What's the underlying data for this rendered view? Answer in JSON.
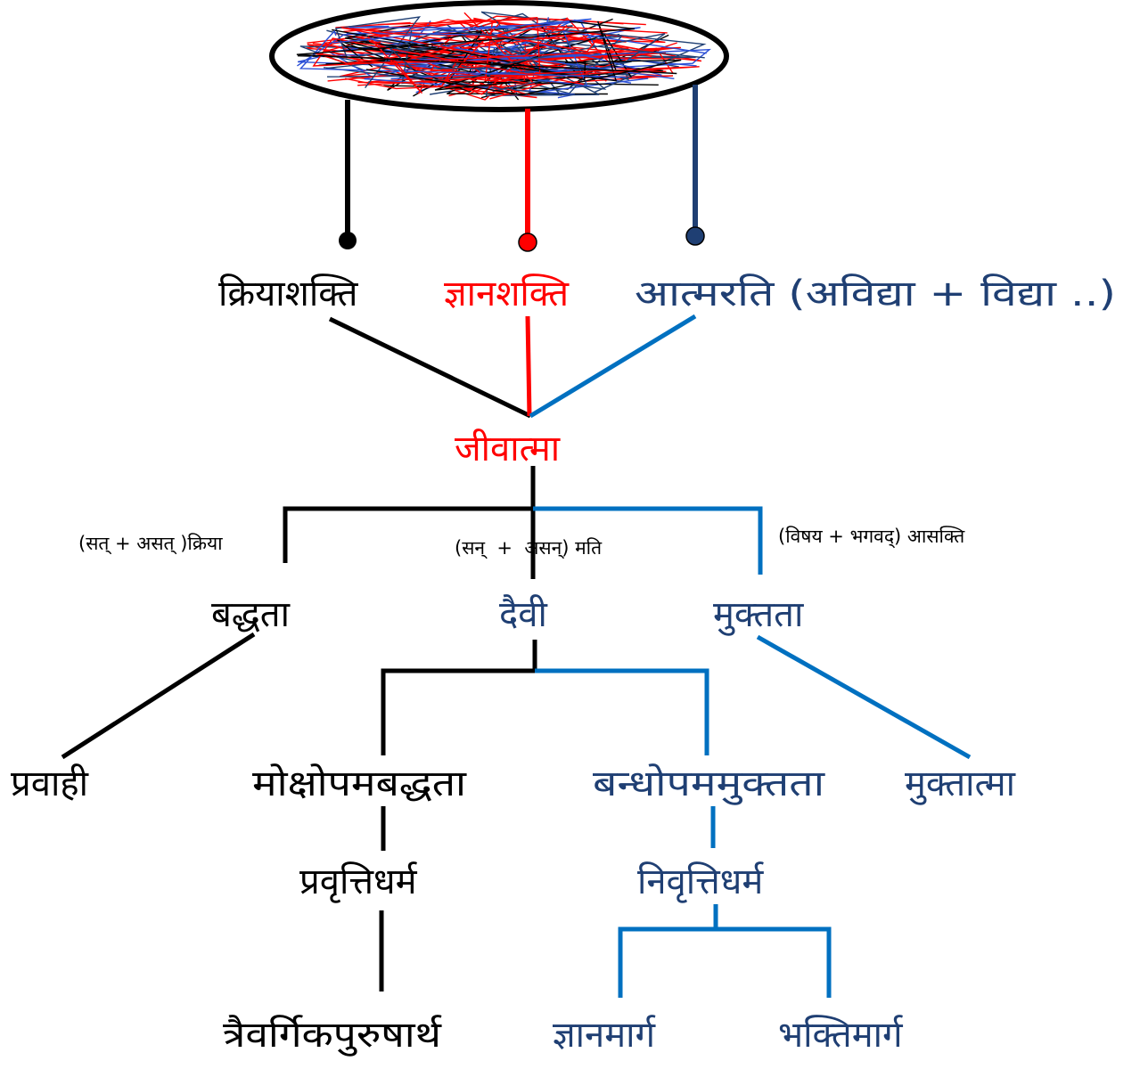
{
  "colors": {
    "black": "#000000",
    "red": "#ff0000",
    "navy": "#1f3f73",
    "blue": "#0070c0"
  },
  "top_ellipse": {
    "icon": "scribbled-ellipse-icon"
  },
  "nodes": {
    "kriyashakti": "क्रियाशक्ति",
    "gyanashakti": "ज्ञानशक्ति",
    "atmarati": "आत्मरति (अविद्या + विद्या ..)",
    "jivatma": "जीवात्मा",
    "baddhata": "बद्धता",
    "daivi": "दैवी",
    "muktata": "मुक्तता",
    "pravahi": "प्रवाही",
    "mokshopamabaddhata": "मोक्षोपमबद्धता",
    "bandhopamamuktata": "बन्धोपममुक्तता",
    "muktatma": "मुक्तात्मा",
    "pravrittidharma": "प्रवृत्तिधर्म",
    "nivrittidharma": "निवृत्तिधर्म",
    "traivargikapurusharth": "त्रैवर्गिकपुरुषार्थ",
    "gyanamarg": "ज्ञानमार्ग",
    "bhaktimarg": "भक्तिमार्ग"
  },
  "edge_labels": {
    "kriya": "(सत् + असत् )क्रिया",
    "mati": "(सन्  +  असन्) मति",
    "asakti": "(विषय + भगवद्) आसक्ति"
  }
}
